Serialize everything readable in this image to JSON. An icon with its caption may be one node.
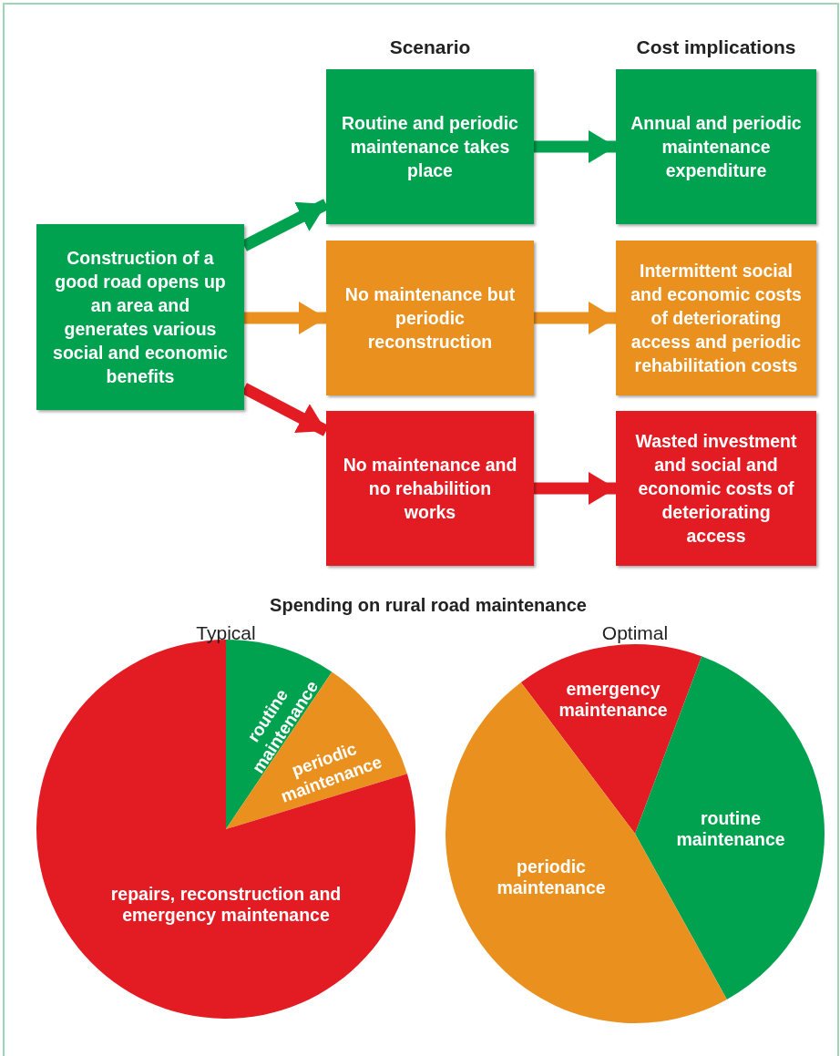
{
  "diagram": {
    "nodes": [
      {
        "text": [
          "Construction of a good road opens up an area and generates various social and economic benefits"
        ]
      },
      {
        "text": [
          "Routine and periodic maintenance takes place"
        ]
      },
      {
        "text": [
          "No maintenance but periodic reconstruction"
        ]
      },
      {
        "text": [
          "No maintenance and no rehabilition works"
        ]
      },
      {
        "text": [
          "Annual and periodic maintenance expenditure"
        ]
      },
      {
        "text": [
          "Intermittent social and economic costs of deteriorating access and periodic rehabilitation costs"
        ]
      },
      {
        "text": [
          "Wasted investment and social and economic costs of deteriorating access"
        ]
      }
    ],
    "edges": [
      {
        "from": 0,
        "to": 1,
        "arrow": "to",
        "color": "#00a14f"
      },
      {
        "from": 0,
        "to": 2,
        "arrow": "to",
        "color": "#e9901f"
      },
      {
        "from": 0,
        "to": 3,
        "arrow": "to",
        "color": "#e31b23"
      },
      {
        "from": 1,
        "to": 4,
        "arrow": "to",
        "color": "#00a14f"
      },
      {
        "from": 2,
        "to": 5,
        "arrow": "to",
        "color": "#e9901f"
      },
      {
        "from": 3,
        "to": 6,
        "arrow": "to",
        "color": "#e31b23"
      }
    ],
    "labels": [
      "Scenario",
      "Cost implications",
      "Spending on rural road maintenance",
      "Typical",
      "Optimal",
      "routine maintenance",
      "periodic maintenance",
      "repairs, reconstruction and emergency maintenance",
      "emergency maintenance",
      "routine maintenance",
      "periodic maintenance"
    ]
  }
}
